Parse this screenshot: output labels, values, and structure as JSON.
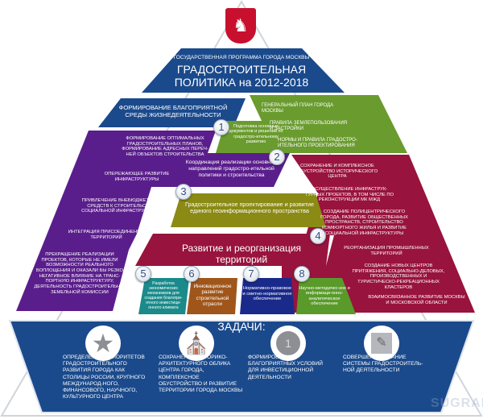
{
  "header": {
    "subtitle": "ГОСУДАРСТВЕННАЯ ПРОГРАММА ГОРОДА МОСКВЫ",
    "title_line1": "ГРАДОСТРОИТЕЛЬНАЯ",
    "title_line2": "ПОЛИТИКА на 2012-2018",
    "emblem_icon": "moscow-coat-of-arms-icon"
  },
  "blue_band": "ФОРМИРОВАНИЕ БЛАГОПРИЯТНОЙ СРЕДЫ ЖИЗНЕДЕЯТЕЛЬНОСТИ",
  "green_right": [
    "ГЕНЕРАЛЬНЫЙ ПЛАН ГОРОДА МОСКВЫ",
    "ПРАВИЛА ЗЕМЛЕПОЛЬЗОВАНИЯ И ЗАСТРОЙКИ",
    "НОРМЫ И ПРАВИЛА ГРАДОСТРО-ИТЕЛЬНОГО ПРОЕКТИРОВАНИЯ"
  ],
  "purple_left": [
    "ФОРМИРОВАНИЕ ОПТИМАЛЬНЫХ ГРАДОСТРОИТЕЛЬНЫХ ПЛАНОВ, ФОРМИРОВАНИЕ АДРЕСНЫХ ПЕРЕЧ-НЕЙ ОБЪЕКТОВ СТРОИТЕЛЬСТВА",
    "ОПЕРЕЖАЮЩЕЕ РАЗВИТИЕ ИНФРАСТРУКТУРЫ",
    "ПРИВЛЕЧЕНИЕ ВНЕБЮДЖЕТНЫХ СРЕДСТВ К СТРОИТЕЛЬСТВУ СОЦИАЛЬНОЙ ИНФРАСТРУКТУРЫ",
    "ИНТЕГРАЦИЯ ПРИСОЕДИНЕНЫХ ТЕРРИТОРИЙ",
    "ПРЕКРАЩЕНИЕ РЕАЛИЗАЦИИ ПРОЕКТОВ, КОТОРЫЕ НЕ ИМЕЛИ ВОЗМОЖНОСТИ РЕАЛЬНОГО ВОПЛОЩЕНИЯ И ОКАЗАЛИ БЫ РЕЗКО НЕГАТИВНОЕ ВЛИЯНИЕ НА ТРАНС-ПОРТНУЮ ИНФРАСТРУКТУРУ, ДЕЯТЕЛЬНОСТЬ ГРАДОСТРОИТЕЛЬНО-ЗЕМЕЛЬНОЙ КОМИССИИ"
  ],
  "red_right": [
    "СОХРАНЕНИЕ И КОМПЛЕКСНОЕ ОБУСТРОЙСТВО ИСТОРИЧЕСКОГО ЦЕНТРА",
    "ОСУЩЕСТВЛЕНИЕ ИНФРАСТРУК-ТУРНЫХ ПРОЕКТОВ, В ТОМ ЧИСЛЕ ПО РЕКОНСТРУКЦИИ МК МЖД",
    "СОЗДАНИЕ ПОЛИЦЕНТРИЧЕСКОГО ГОРОДА, РАЗВИТИЕ ОБЩЕСТВЕННЫХ ПРОСТРАНСТВ, СТРОИТЕЛЬСТВО КОМФОРТНОГО ЖИЛЬЯ И РАЗВИТИЕ СОЦИАЛЬНОЙ ИНФРАСТРУКТУРЫ",
    "РЕОРГАНИЗАЦИЯ ПРОМЫШЛЕННЫХ ТЕРРИТОРИЙ",
    "СОЗДАНИЕ НОВЫХ ЦЕНТРОВ ПРИТЯЖЕНИЯ, СОЦИАЛЬНО-ДЕЛОВЫХ, ПРОИЗВОДСТВЕННЫХ И ТУРИСТИЧЕСКО-РЕКРЕАЦИОННЫХ КЛАСТЕРОВ",
    "ВЗАИМОСВЯЗАННОЕ РАЗВИТИЕ МОСКВЫ И МОСКОВСКОЙ ОБЛАСТИ"
  ],
  "subprograms": [
    {
      "num": "1",
      "text": "Подготовка основных документов и решений по градостро-ительному развитию",
      "color": "#6a9b2e"
    },
    {
      "num": "2",
      "text": "Координация реализации основных направлений градостро-ительной политики и строительства",
      "color": "#5a1e8c"
    },
    {
      "num": "3",
      "text": "Градостроительное проектирование и развитие единого геоинформационного пространства",
      "color": "#8a8a14"
    },
    {
      "num": "4",
      "text": "Развитие и реорганизация территорий",
      "color": "#98133d"
    },
    {
      "num": "5",
      "text": "Разработка экономических механизмов для создания благопри-ятного инвестици-онного климата",
      "color": "#1a8a8a"
    },
    {
      "num": "6",
      "text": "Инновационное развитие строительной отрасли",
      "color": "#a0561a"
    },
    {
      "num": "7",
      "text": "Нормативно-правовое и сметно-нормативное обеспечение",
      "color": "#1a2a8a"
    },
    {
      "num": "8",
      "text": "Научно-методичес-кое и информаци-онно-аналитическое обеспечение",
      "color": "#5a9a2a"
    }
  ],
  "tasks": {
    "title": "ЗАДАЧИ:",
    "items": [
      {
        "icon": "star-icon",
        "text": "ОПРЕДЕЛЕНИЕ ПРИОРИТЕТОВ ГРАДОСТРОИТЕЛЬНОГО РАЗВИТИЯ ГОРОДА КАК СТОЛИЦЫ РОССИИ, КРУПНОГО МЕЖДУНАРОД-НОГО, ФИНАНСОВОГО, НАУЧНОГО, КУЛЬТУРНОГО ЦЕНТРА"
      },
      {
        "icon": "kremlin-tower-icon",
        "text": "СОХРАНЕНИЕ ИСТОРИКО-АРХИТЕКТУРНОГО ОБЛИКА ЦЕНТРА ГОРОДА, КОМПЛЕКСНОЕ ОБУСТРОЙСТВО И РАЗВИТИЕ ТЕРРИТОРИИ ГОРОДА МОСКВЫ"
      },
      {
        "icon": "coin-icon",
        "text": "ФОРМИРОВАНИЕ БЛАГОПРИЯТНЫХ УСЛОВИЙ ДЛЯ ИНВЕСТИЦИОННОЙ ДЕЯТЕЛЬНОСТИ"
      },
      {
        "icon": "drafting-icon",
        "text": "СОВЕРШЕНСТВОВАНИЕ СИСТЕМЫ ГРАДОСТРОИТЕЛЬ-НОЙ ДЕЯТЕЛЬНОСТИ"
      }
    ]
  },
  "watermark": "SUGRAD",
  "colors": {
    "blue": "#1b4a8c",
    "green": "#6a9b2e",
    "purple": "#5a1e8c",
    "olive": "#8a8a14",
    "red": "#98133d"
  }
}
